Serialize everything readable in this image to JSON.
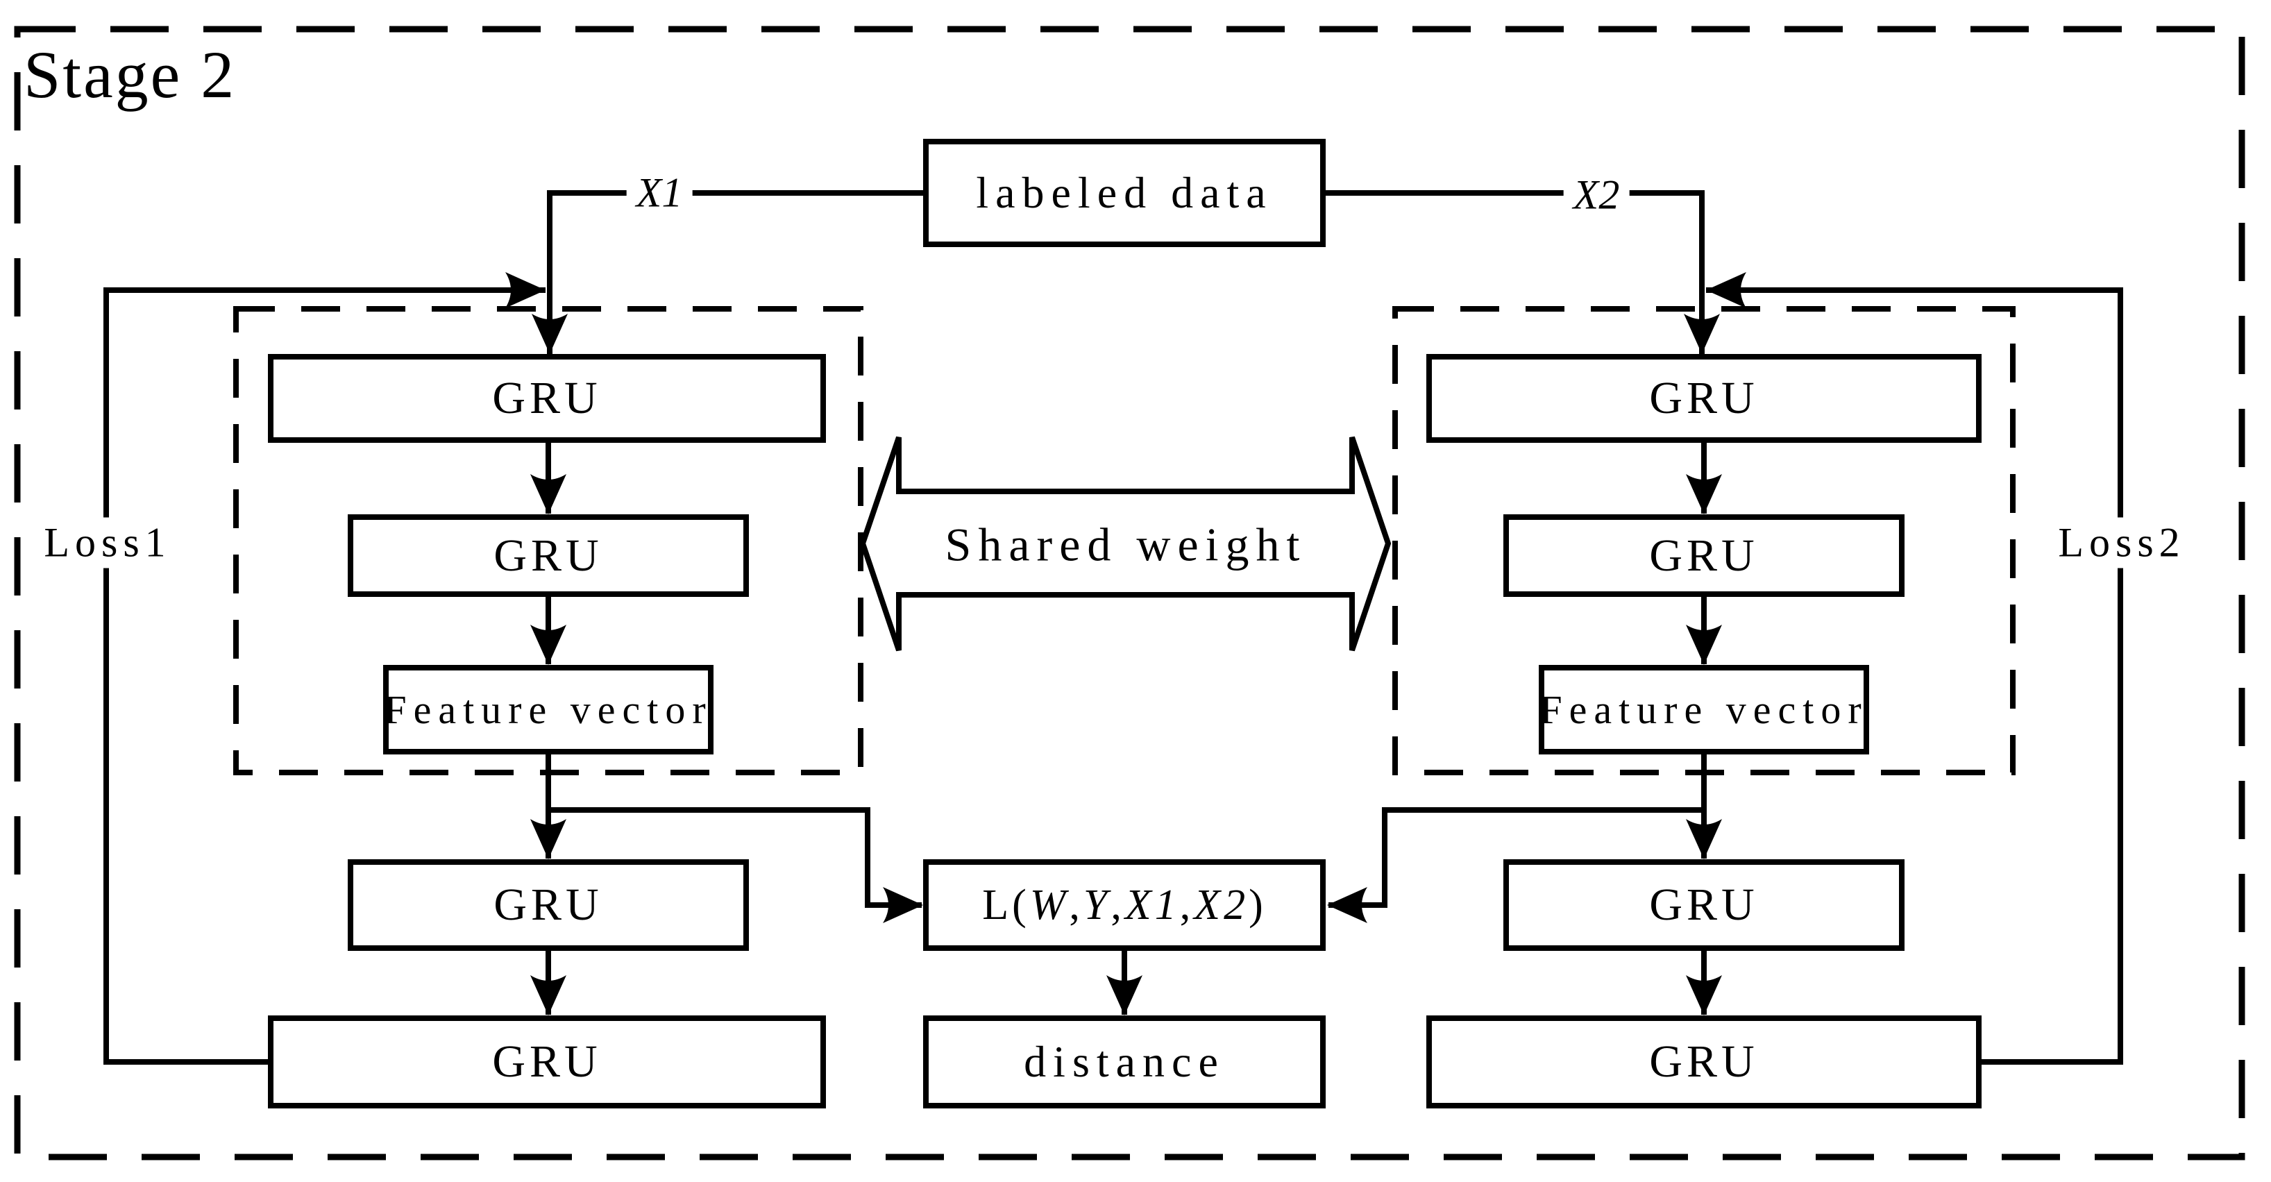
{
  "title": "Stage 2",
  "input": {
    "label": "labeled data",
    "branch_left": "X1",
    "branch_right": "X2"
  },
  "network": {
    "gru_label": "GRU",
    "feature_vector_label": "Feature vector",
    "shared_weight_label": "Shared weight"
  },
  "loss": {
    "left_label": "Loss1",
    "right_label": "Loss2",
    "function_parts": [
      "L(",
      "W",
      ", ",
      "Y",
      ", ",
      "X1",
      ", ",
      "X2",
      ")"
    ],
    "output_label": "distance"
  },
  "colors": {
    "line": "#000000",
    "background": "#ffffff"
  }
}
